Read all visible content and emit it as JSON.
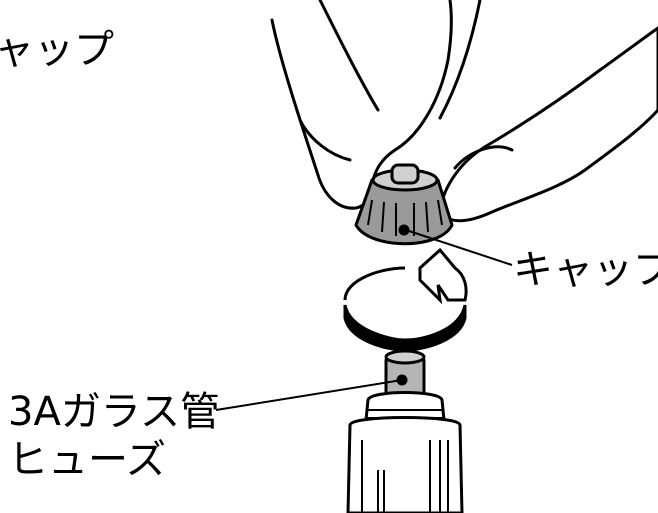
{
  "labels": {
    "top_partial": "ャップ",
    "cap": "キャップ",
    "fuse_line1": "3Aガラス管",
    "fuse_line2": "ヒューズ"
  },
  "colors": {
    "ink": "#000000",
    "cap_grey": "#9a9a9a",
    "cap_light": "#d0d0d0",
    "fuse_grey": "#b5b5b5",
    "background": "#ffffff"
  },
  "icons": {
    "rotation": "counterclockwise-arrow-icon"
  }
}
